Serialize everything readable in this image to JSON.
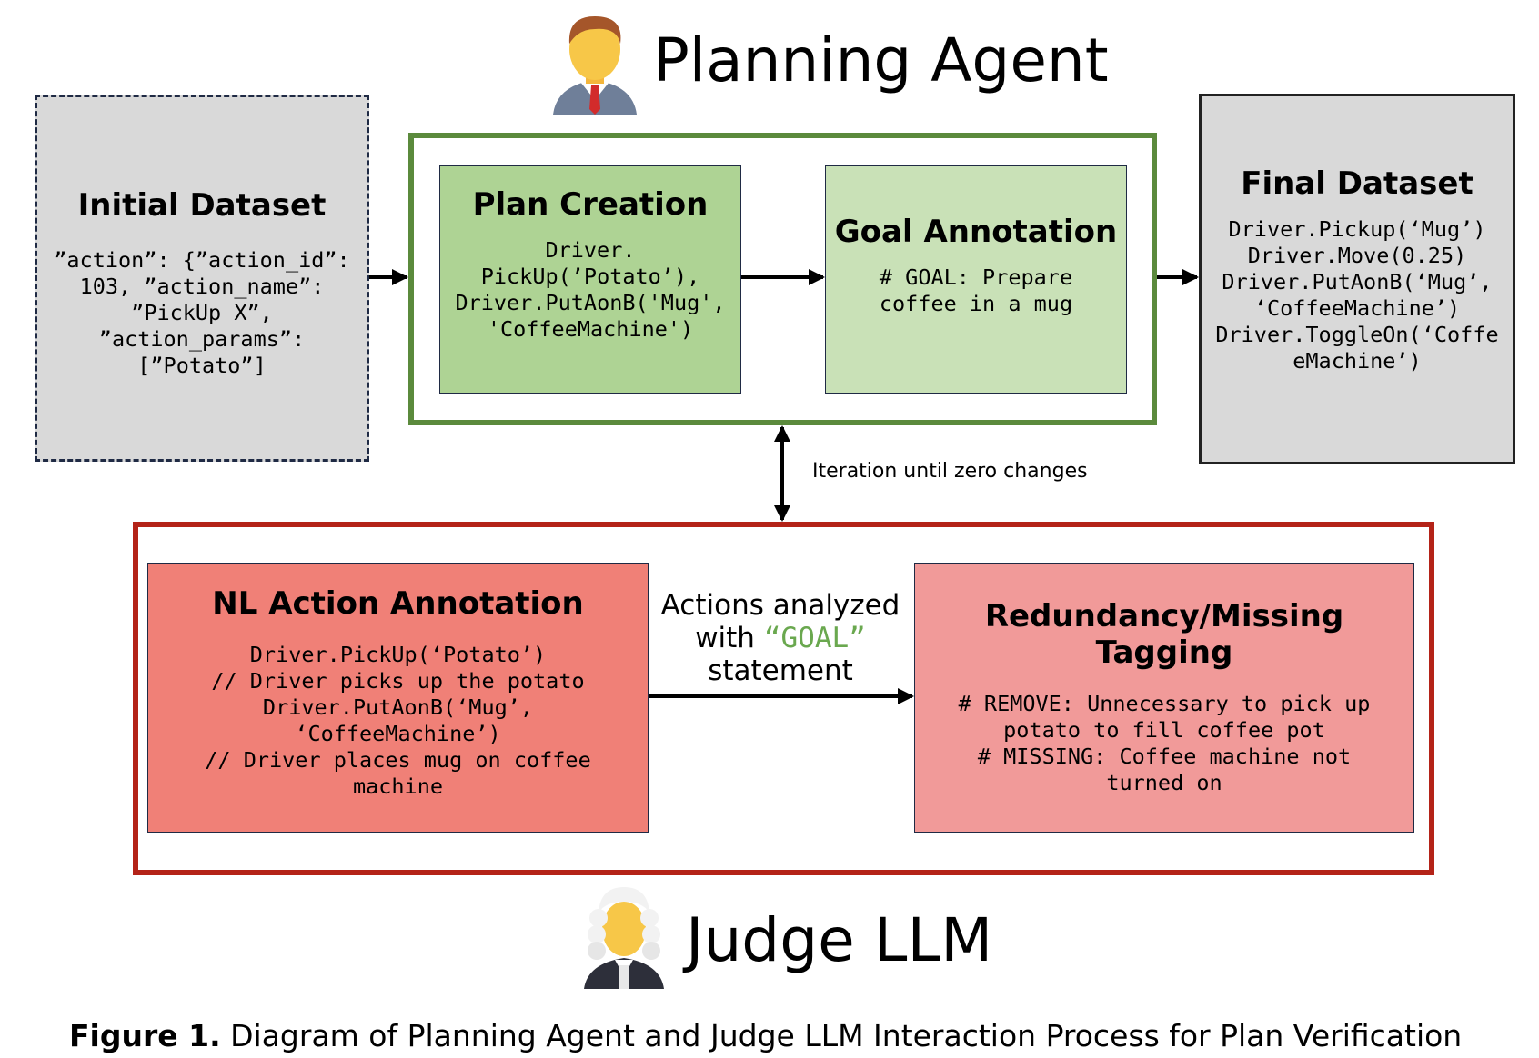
{
  "planning_agent": {
    "title": "Planning Agent"
  },
  "judge_llm": {
    "title": "Judge LLM"
  },
  "initial_dataset": {
    "title": "Initial Dataset",
    "body": "”action”: {”action_id”:\n103, ”action_name”:\n”PickUp X”,\n”action_params”:\n[”Potato”]"
  },
  "plan_creation": {
    "title": "Plan Creation",
    "body": "Driver.\nPickUp(’Potato’),\nDriver.PutAonB('Mug',\n'CoffeeMachine')"
  },
  "goal_annotation": {
    "title": "Goal Annotation",
    "body": "# GOAL: Prepare\ncoffee in a mug"
  },
  "final_dataset": {
    "title": "Final Dataset",
    "body": "Driver.Pickup(‘Mug’)\nDriver.Move(0.25)\nDriver.PutAonB(‘Mug’,\n‘CoffeeMachine’)\nDriver.ToggleOn(‘Coffe\neMachine’)"
  },
  "iteration_label": "Iteration until zero changes",
  "nl_action_annotation": {
    "title": "NL Action Annotation",
    "body": "Driver.PickUp(‘Potato’)\n// Driver picks up the potato\nDriver.PutAonB(‘Mug’,\n‘CoffeeMachine’)\n// Driver places mug on coffee\nmachine"
  },
  "actions_analyzed": {
    "line1": "Actions analyzed",
    "with": "with",
    "goal": "“GOAL”",
    "line3": "statement"
  },
  "redundancy_tagging": {
    "title": "Redundancy/Missing Tagging",
    "body": "# REMOVE: Unnecessary to pick up\npotato to fill coffee pot\n# MISSING: Coffee machine not\nturned on"
  },
  "caption": {
    "label": "Figure 1.",
    "text": "Diagram of Planning Agent and Judge LLM Interaction Process for Plan Verification"
  },
  "colors": {
    "agent_border": "#5b8a3c",
    "judge_border": "#b42318",
    "plan_creation_fill": "#aed394",
    "goal_annotation_fill": "#c9e1b7",
    "nl_annotation_fill": "#f08077",
    "redundancy_fill": "#f19a99",
    "dataset_fill": "#d9d9d9",
    "goal_text": "#6aa84f"
  },
  "icons": [
    "businessman-icon",
    "judge-icon"
  ]
}
